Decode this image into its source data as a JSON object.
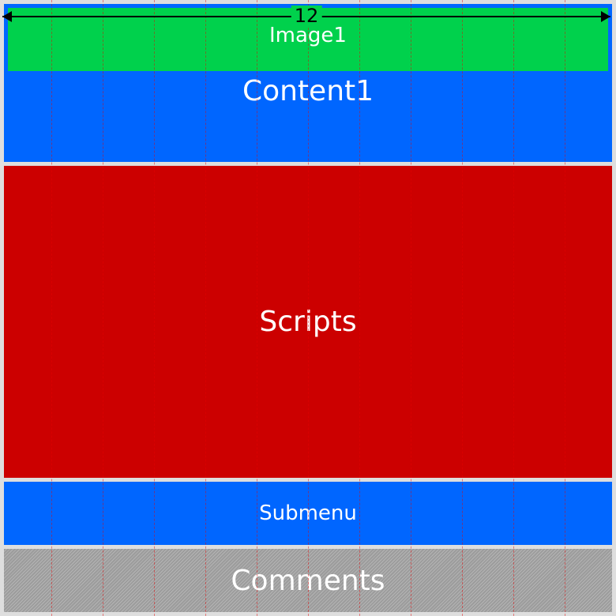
{
  "regions": {
    "content1": "Content1",
    "image1": "Image1",
    "scripts": "Scripts",
    "submenu": "Submenu",
    "comments": "Comments"
  },
  "grid": {
    "columns_label": "12",
    "columns": 12
  },
  "colors": {
    "content": "#0066ff",
    "image": "#00d14c",
    "scripts": "#cc0000",
    "comments": "#a0a0a0"
  }
}
